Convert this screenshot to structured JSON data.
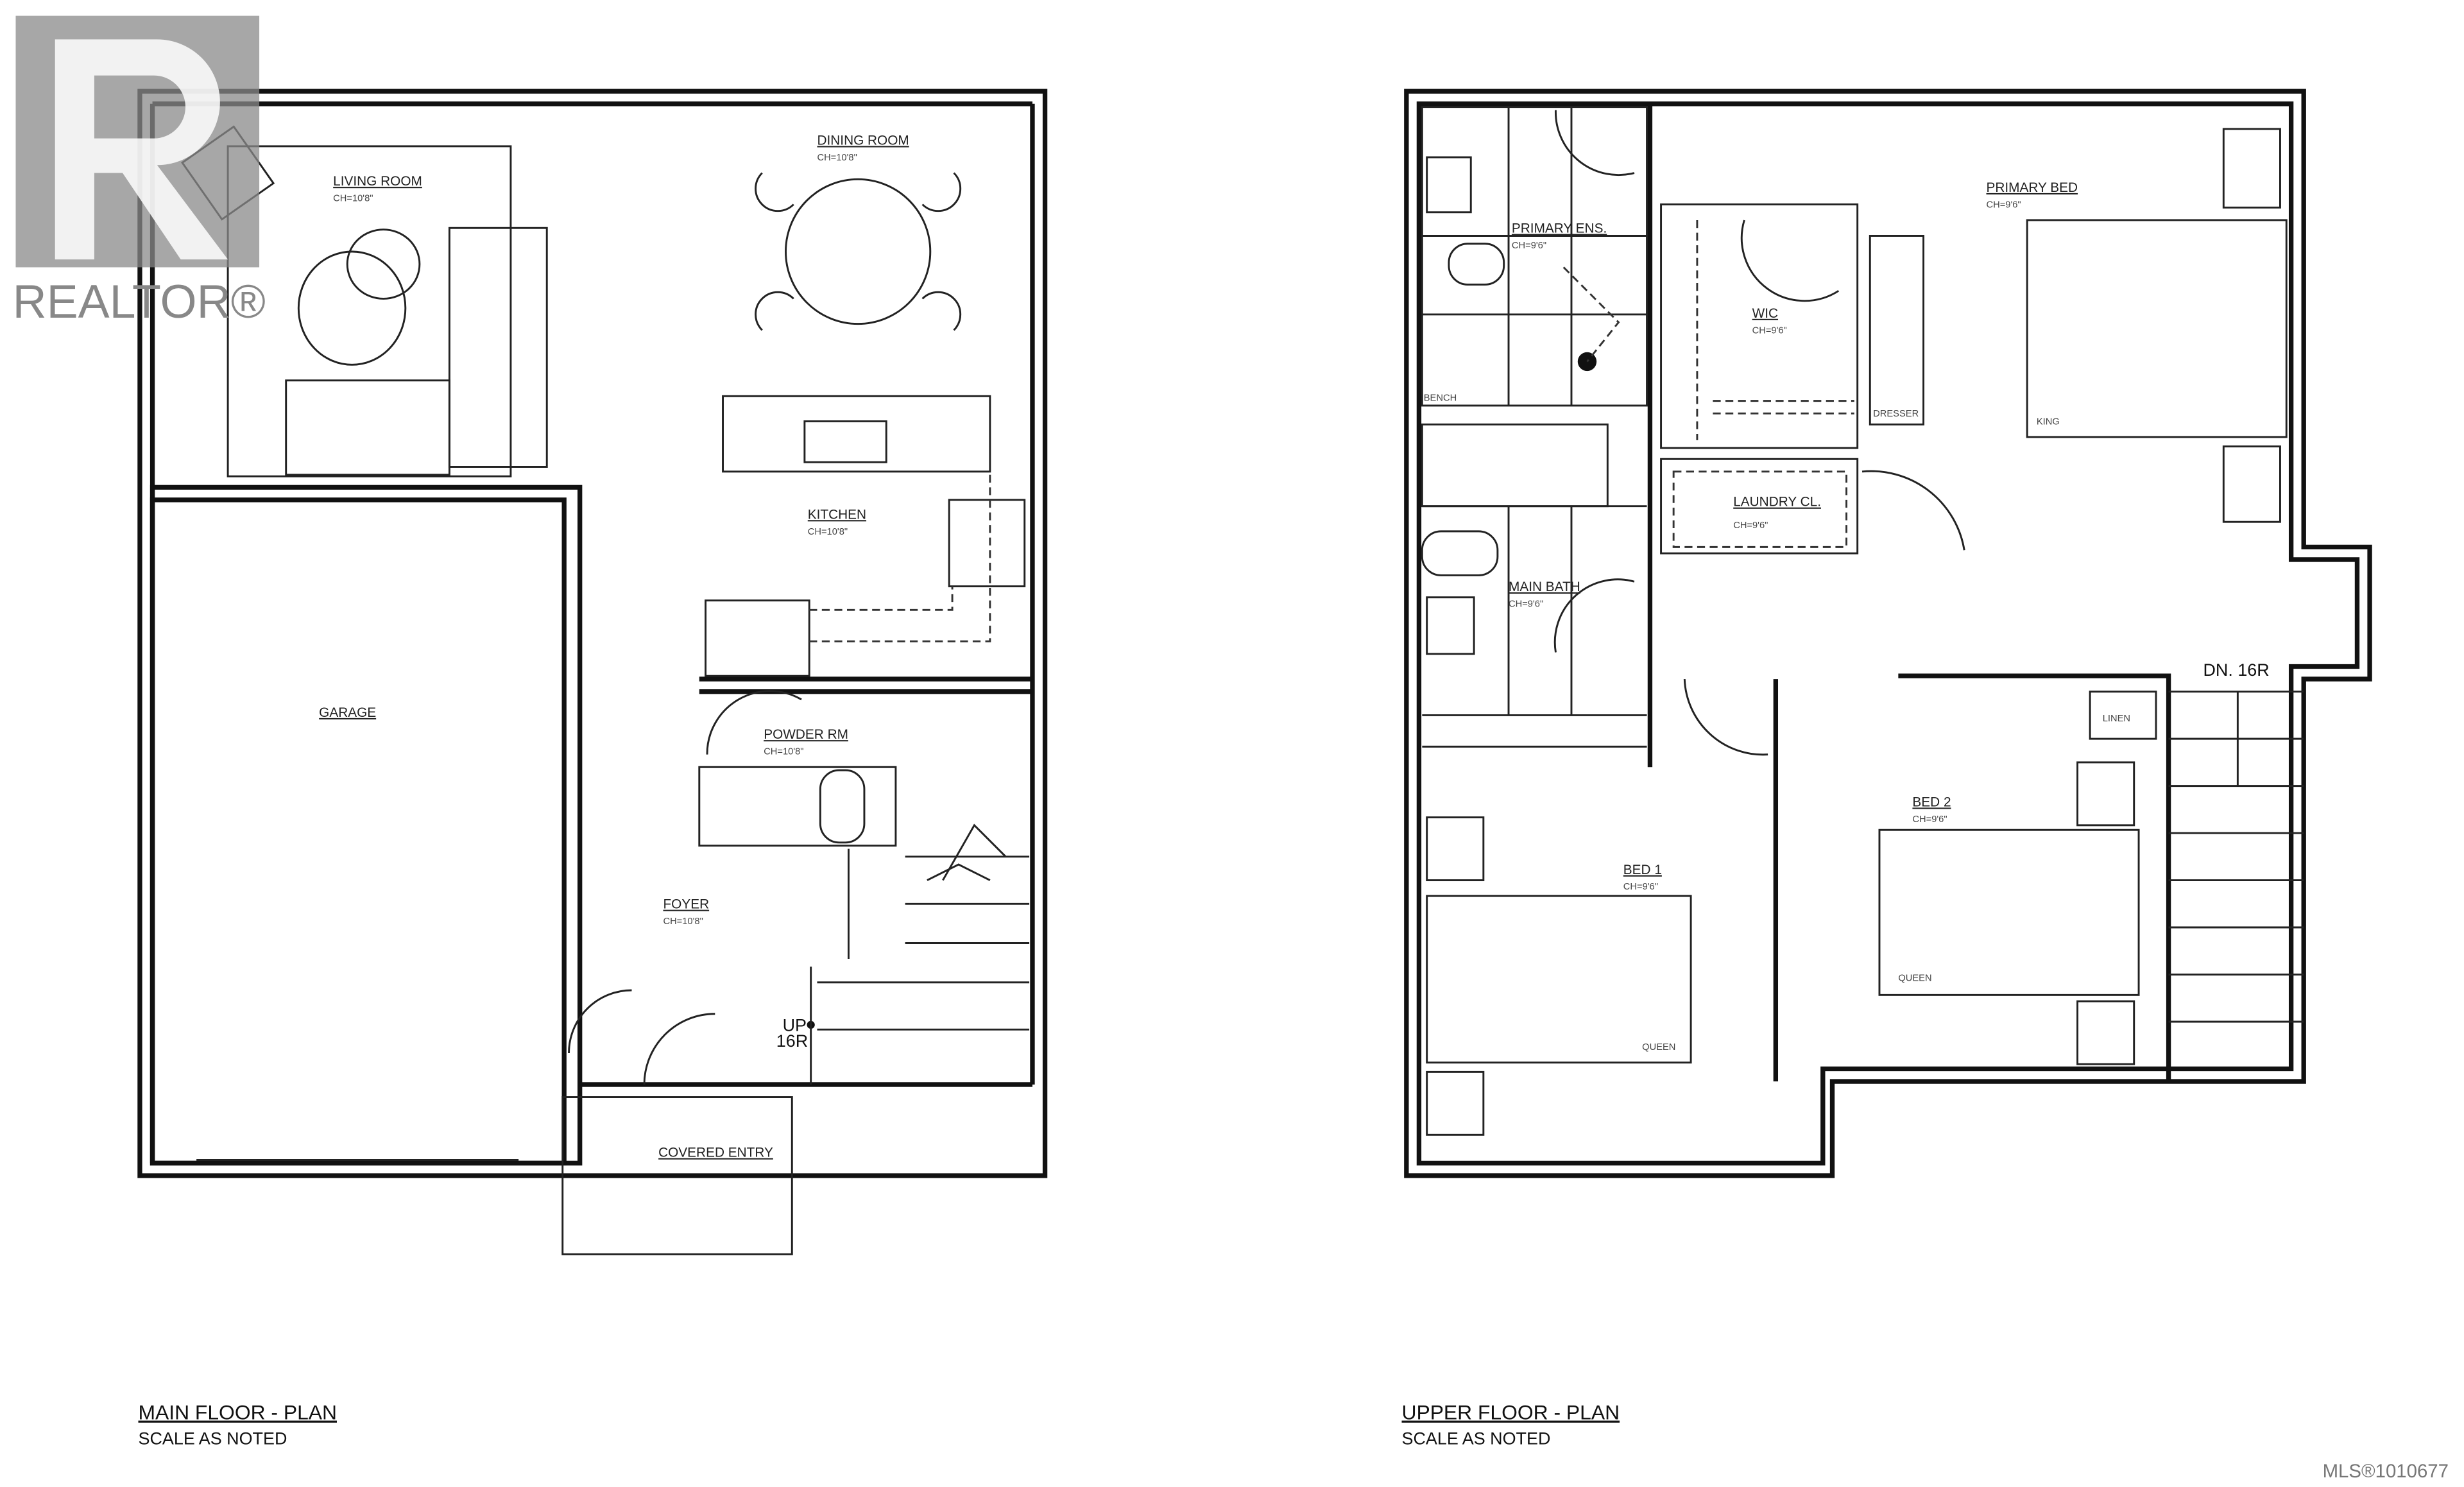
{
  "logo": {
    "text": "REALTOR®",
    "color": "#8a8a8a"
  },
  "main_floor": {
    "title": "MAIN FLOOR - PLAN",
    "scale": "SCALE AS NOTED",
    "rooms": [
      {
        "name": "LIVING ROOM",
        "ch": "CH=10'8\""
      },
      {
        "name": "DINING ROOM",
        "ch": "CH=10'8\""
      },
      {
        "name": "KITCHEN",
        "ch": "CH=10'8\""
      },
      {
        "name": "GARAGE",
        "ch": ""
      },
      {
        "name": "POWDER RM",
        "ch": "CH=10'8\""
      },
      {
        "name": "FOYER",
        "ch": "CH=10'8\""
      },
      {
        "name": "COVERED ENTRY",
        "ch": ""
      }
    ],
    "stair_label": "UP",
    "stair_count": "16R"
  },
  "upper_floor": {
    "title": "UPPER FLOOR - PLAN",
    "scale": "SCALE AS NOTED",
    "rooms": [
      {
        "name": "PRIMARY ENS.",
        "ch": "CH=9'6\""
      },
      {
        "name": "WIC",
        "ch": "CH=9'6\""
      },
      {
        "name": "PRIMARY BED",
        "ch": "CH=9'6\""
      },
      {
        "name": "LAUNDRY CL.",
        "ch": "CH=9'6\""
      },
      {
        "name": "MAIN BATH",
        "ch": "CH=9'6\""
      },
      {
        "name": "BED 1",
        "ch": "CH=9'6\""
      },
      {
        "name": "BED 2",
        "ch": "CH=9'6\""
      }
    ],
    "fixtures": {
      "bench": "BENCH",
      "dresser": "DRESSER",
      "king": "KING",
      "queen1": "QUEEN",
      "queen2": "QUEEN",
      "linen": "LINEN"
    },
    "stair_label": "DN. 16R"
  },
  "mls": "MLS®1010677"
}
